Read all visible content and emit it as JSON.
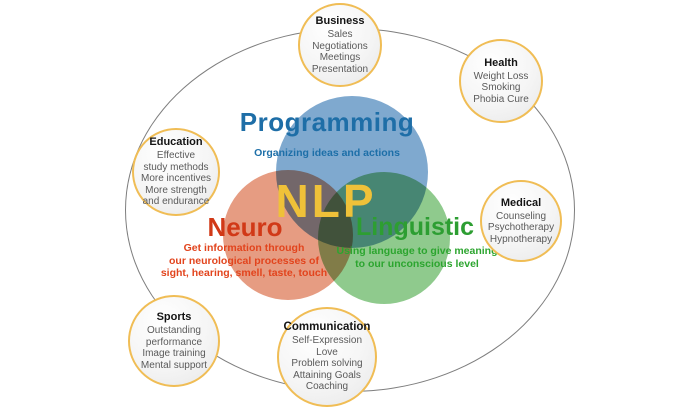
{
  "diagram_title": "NLP",
  "venn": {
    "programming": {
      "label": "Programming",
      "description": "Organizing ideas and actions",
      "circle_color": "#7fa9cf",
      "text_color": "#1e6ea7"
    },
    "neuro": {
      "label": "Neuro",
      "description_lines": [
        "Get information through",
        "our neurological processes of",
        "sight, hearing, smell, taste, touch"
      ],
      "circle_color": "#e69c82",
      "text_color": "#d13917"
    },
    "linguistic": {
      "label": "Linguistic",
      "description_lines": [
        "Using language to give meaning",
        "to our unconscious level"
      ],
      "circle_color": "#8fca8d",
      "text_color": "#2d9e32"
    },
    "center_label": "NLP",
    "center_color": "#efc139"
  },
  "satellites": [
    {
      "title": "Business",
      "items": [
        "Sales",
        "Negotiations",
        "Meetings",
        "Presentation"
      ]
    },
    {
      "title": "Health",
      "items": [
        "Weight Loss",
        "Smoking",
        "Phobia Cure"
      ]
    },
    {
      "title": "Education",
      "items": [
        "Effective",
        "study methods",
        "More incentives",
        "More strength",
        "and endurance"
      ]
    },
    {
      "title": "Medical",
      "items": [
        "Counseling",
        "Psychotherapy",
        "Hypnotherapy"
      ]
    },
    {
      "title": "Sports",
      "items": [
        "Outstanding",
        "performance",
        "Image training",
        "Mental support"
      ]
    },
    {
      "title": "Communication",
      "items": [
        "Self-Expression",
        "Love",
        "Problem solving",
        "Attaining Goals",
        "Coaching"
      ]
    }
  ],
  "styles": {
    "satellite_border_color": "#f0bd55",
    "orbit_line_color": "#7e7e7e",
    "background": "#ffffff"
  }
}
